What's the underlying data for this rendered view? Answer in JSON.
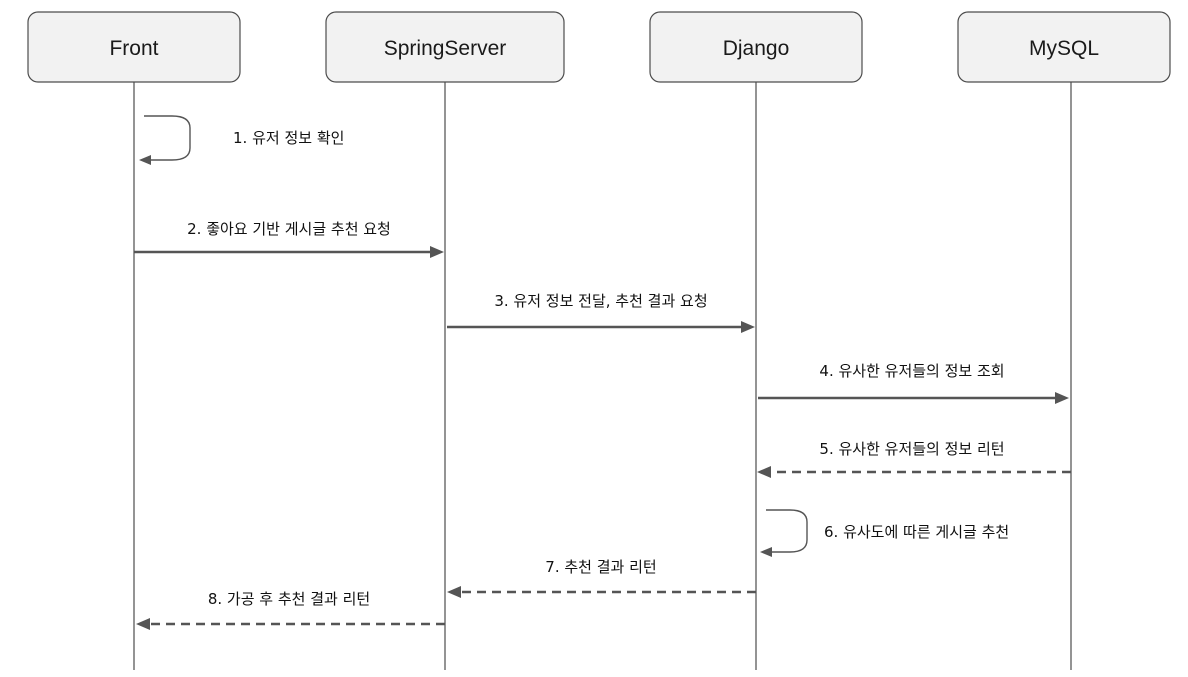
{
  "actors": [
    {
      "id": "front",
      "label": "Front"
    },
    {
      "id": "spring",
      "label": "SpringServer"
    },
    {
      "id": "django",
      "label": "Django"
    },
    {
      "id": "mysql",
      "label": "MySQL"
    }
  ],
  "messages": [
    {
      "from": "front",
      "to": "front",
      "kind": "self",
      "label": "1. 유저 정보 확인"
    },
    {
      "from": "front",
      "to": "spring",
      "kind": "solid",
      "label": "2. 좋아요 기반 게시글 추천 요청"
    },
    {
      "from": "spring",
      "to": "django",
      "kind": "solid",
      "label": "3. 유저 정보 전달, 추천 결과 요청"
    },
    {
      "from": "django",
      "to": "mysql",
      "kind": "solid",
      "label": "4. 유사한 유저들의 정보 조회"
    },
    {
      "from": "mysql",
      "to": "django",
      "kind": "dashed",
      "label": "5. 유사한 유저들의 정보 리턴"
    },
    {
      "from": "django",
      "to": "django",
      "kind": "self",
      "label": "6. 유사도에 따른 게시글 추천"
    },
    {
      "from": "django",
      "to": "spring",
      "kind": "dashed",
      "label": "7. 추천 결과 리턴"
    },
    {
      "from": "spring",
      "to": "front",
      "kind": "dashed",
      "label": "8. 가공 후 추천 결과 리턴"
    }
  ],
  "colors": {
    "box_fill": "#f2f2f2",
    "line": "#555555"
  }
}
